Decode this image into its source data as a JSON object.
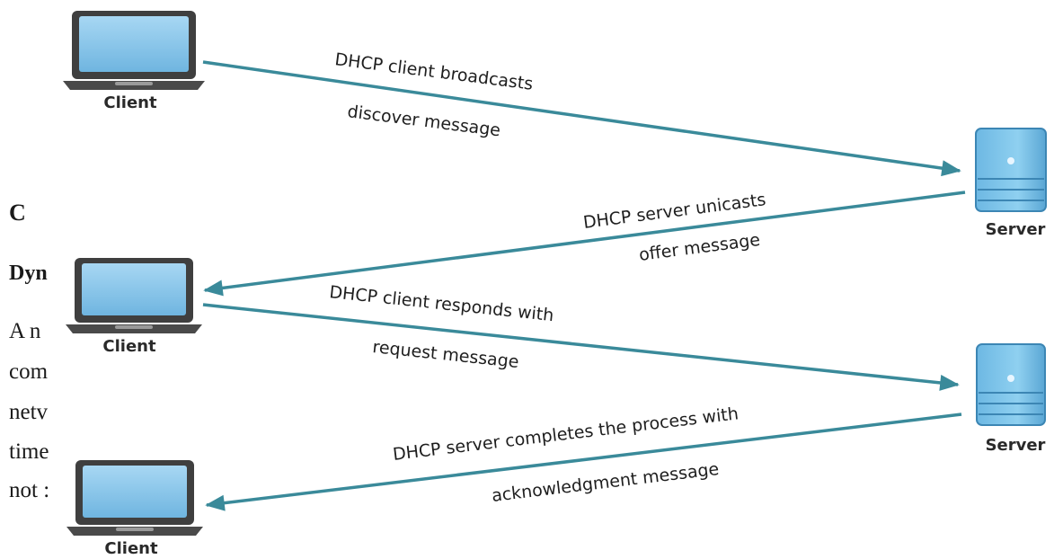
{
  "background_text": {
    "heading_letter": "C",
    "subheading": "Dyn",
    "lines": [
      "A  n",
      "com",
      "netv",
      "time",
      "not :"
    ]
  },
  "nodes": {
    "clients": [
      {
        "label": "Client",
        "icon": "laptop-icon"
      },
      {
        "label": "Client",
        "icon": "laptop-icon"
      },
      {
        "label": "Client",
        "icon": "laptop-icon"
      }
    ],
    "servers": [
      {
        "label": "Server",
        "icon": "server-tower-icon"
      },
      {
        "label": "Server",
        "icon": "server-tower-icon"
      }
    ]
  },
  "messages": [
    {
      "line1": "DHCP client broadcasts",
      "line2": "discover message",
      "from": "Client",
      "to": "Server"
    },
    {
      "line1": "DHCP server unicasts",
      "line2": "offer message",
      "from": "Server",
      "to": "Client"
    },
    {
      "line1": "DHCP client responds with",
      "line2": "request message",
      "from": "Client",
      "to": "Server"
    },
    {
      "line1": "DHCP server completes the process with",
      "line2": "acknowledgment message",
      "from": "Server",
      "to": "Client"
    }
  ],
  "colors": {
    "arrow": "#3a8a9a",
    "laptop_screen": "#8ec9ec",
    "laptop_body": "#4a4a4a",
    "server_face": "#7fc3e8",
    "server_side": "#5aa9d6"
  }
}
